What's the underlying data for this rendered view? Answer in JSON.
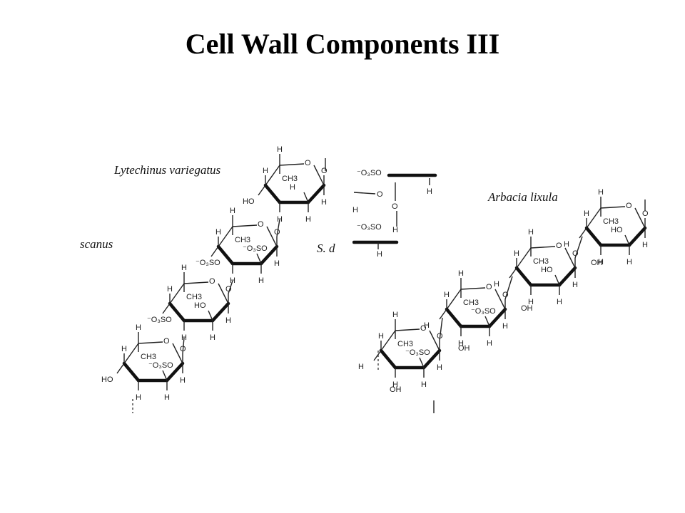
{
  "title": "Cell Wall Components III",
  "panels": [
    {
      "id": "left",
      "species": [
        "Lytechinus variegatus",
        "scanus"
      ]
    },
    {
      "id": "middle",
      "species": [
        "S. d"
      ]
    },
    {
      "id": "right",
      "species": [
        "Arbacia lixula"
      ]
    }
  ],
  "atom_labels": {
    "H": "H",
    "O": "O",
    "HO": "HO",
    "OH": "OH",
    "CH3": "CH3",
    "sulfate": "⁻O₃SO"
  },
  "colors": {
    "text": "#000000",
    "background": "#ffffff"
  }
}
